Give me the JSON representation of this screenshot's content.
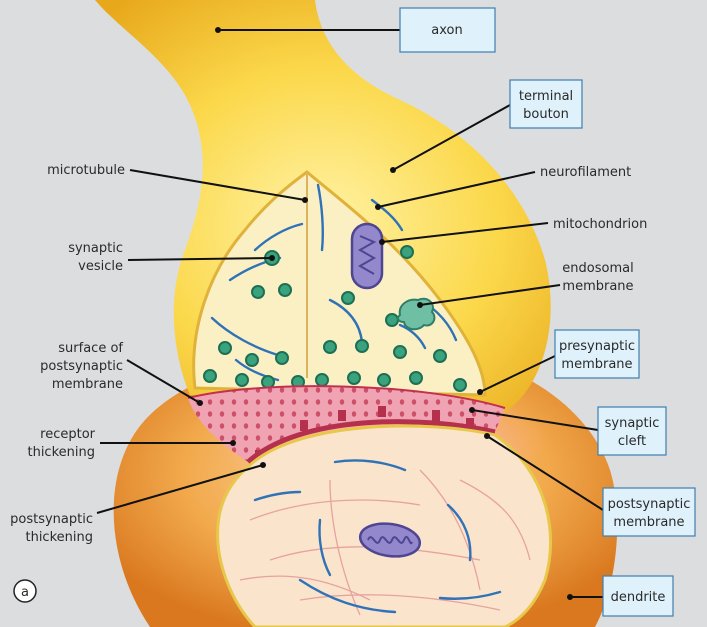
{
  "colors": {
    "background": "#dcdddf",
    "axon_fill": "#f7c62f",
    "dendrite_fill": "#e8922d",
    "vesicle": "#2f9e74",
    "mitochondrion": "#8b7fc4",
    "box_fill": "#dff1fb",
    "box_stroke": "#3f7fb0",
    "receptor_zone": "#e8748a"
  },
  "labels": {
    "axon": "axon",
    "terminal_bouton": [
      "terminal",
      "bouton"
    ],
    "microtubule": "microtubule",
    "neurofilament": "neurofilament",
    "mitochondrion": "mitochondrion",
    "synaptic_vesicle": [
      "synaptic",
      "vesicle"
    ],
    "endosomal_membrane": [
      "endosomal",
      "membrane"
    ],
    "surface_postsynaptic": [
      "surface of",
      "postsynaptic",
      "membrane"
    ],
    "presynaptic_membrane": [
      "presynaptic",
      "membrane"
    ],
    "receptor_thickening": [
      "receptor",
      "thickening"
    ],
    "synaptic_cleft": [
      "synaptic",
      "cleft"
    ],
    "postsynaptic_thickening": [
      "postsynaptic",
      "thickening"
    ],
    "postsynaptic_membrane": [
      "postsynaptic",
      "membrane"
    ],
    "dendrite": "dendrite",
    "panel_letter": "a"
  }
}
